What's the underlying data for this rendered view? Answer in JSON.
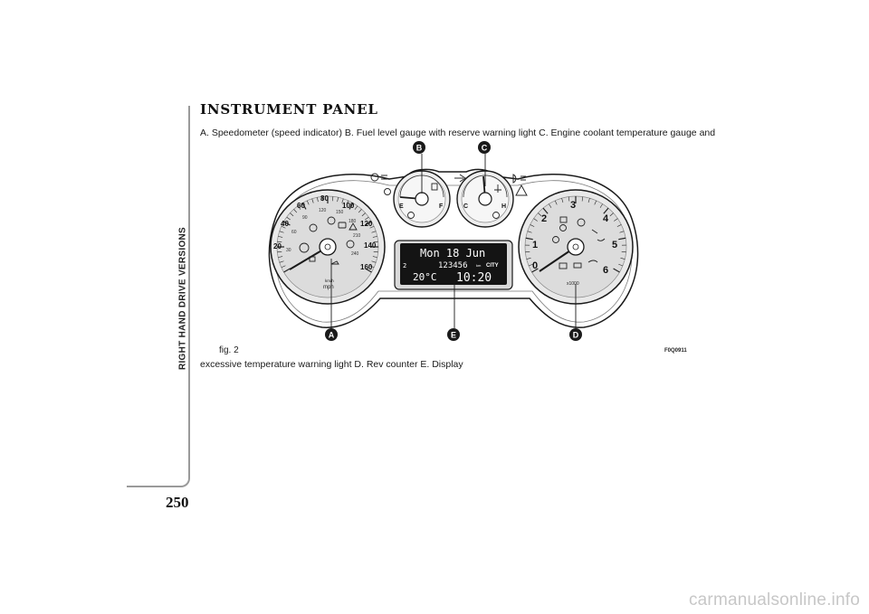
{
  "section": {
    "side_label": "RIGHT HAND DRIVE VERSIONS",
    "page_number": "250"
  },
  "heading": "INSTRUMENT PANEL",
  "caption": {
    "line1": "A. Speedometer (speed indicator) B. Fuel level gauge with reserve warning light C. Engine coolant temperature gauge and",
    "line2": "excessive temperature warning light D. Rev counter E. Display"
  },
  "figure": {
    "label": "fig. 2",
    "code": "F0Q0911",
    "callouts": [
      "A",
      "B",
      "C",
      "D",
      "E"
    ],
    "speedometer": {
      "mph_ticks": [
        "20",
        "40",
        "60",
        "80",
        "100",
        "120",
        "140",
        "160"
      ],
      "kmh_ticks": [
        "30",
        "60",
        "90",
        "120",
        "150",
        "180",
        "210",
        "240"
      ],
      "unit_kmh": "km/h",
      "unit_mph": "mph"
    },
    "fuel_gauge": {
      "empty": "E",
      "full": "F"
    },
    "temp_gauge": {
      "cold": "C",
      "hot": "H"
    },
    "rev_counter": {
      "ticks": [
        "0",
        "1",
        "2",
        "3",
        "4",
        "5",
        "6"
      ],
      "multiplier": "x1000"
    },
    "display": {
      "date": "Mon 18 Jun",
      "odometer": "123456",
      "odometer_unit": "km",
      "mode": "CITY",
      "temperature": "20°C",
      "time": "10:20",
      "gear_indicator": "2"
    }
  },
  "watermark": "carmanualsonline.info"
}
